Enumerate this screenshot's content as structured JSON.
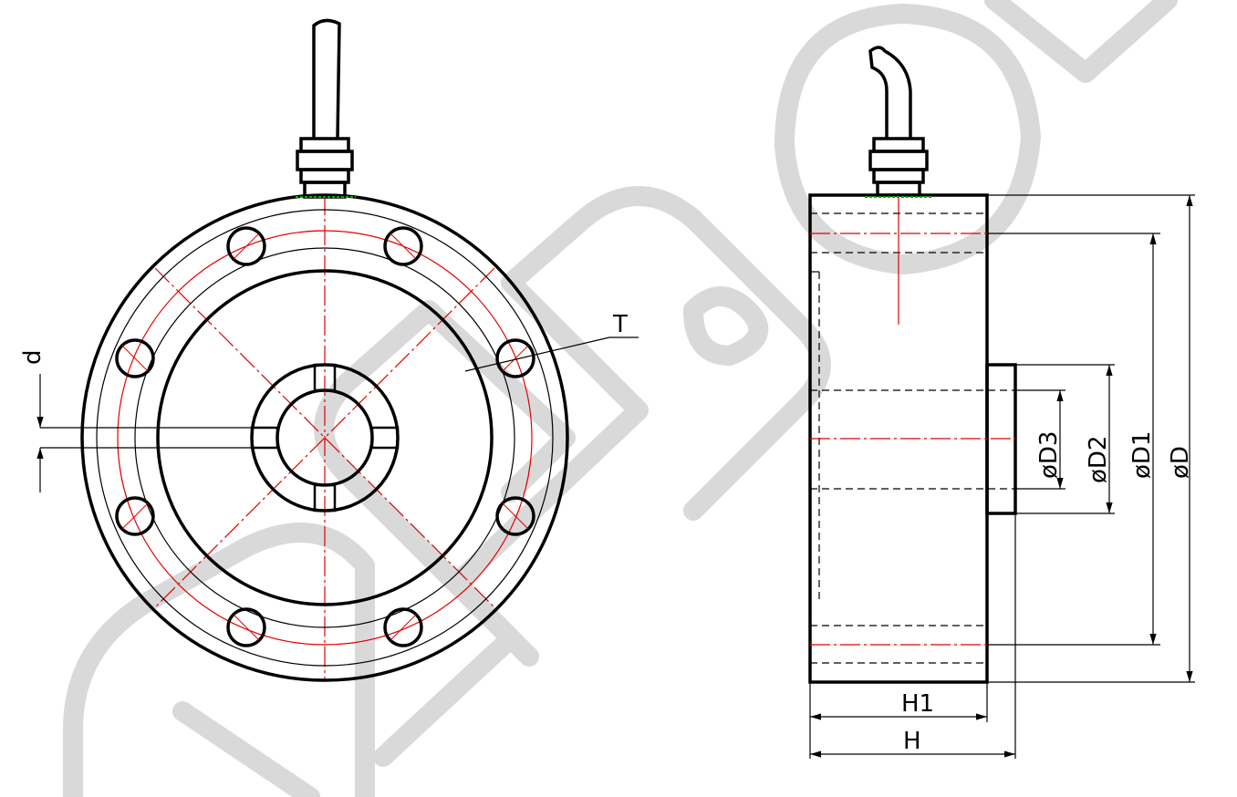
{
  "labels": {
    "d": "d",
    "T": "T",
    "D3": "øD3",
    "D2": "øD2",
    "D1": "øD1",
    "D": "øD",
    "H1": "H1",
    "H": "H"
  },
  "colors": {
    "centerline": "#e00000",
    "watermark": "#d9d9d9"
  }
}
